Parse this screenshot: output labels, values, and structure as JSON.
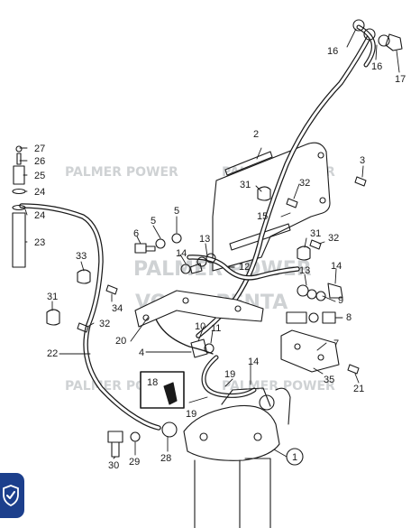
{
  "diagram": {
    "watermarks": [
      "PALMER POWER",
      "PALMER POWER",
      "PALMER POWER",
      "PALMER POWER",
      "PALMER POWER",
      "VOLVO PENTA"
    ],
    "callouts": [
      {
        "id": "c27",
        "label": "27"
      },
      {
        "id": "c26",
        "label": "26"
      },
      {
        "id": "c25",
        "label": "25"
      },
      {
        "id": "c24a",
        "label": "24"
      },
      {
        "id": "c24b",
        "label": "24"
      },
      {
        "id": "c23",
        "label": "23"
      },
      {
        "id": "c33",
        "label": "33"
      },
      {
        "id": "c31a",
        "label": "31"
      },
      {
        "id": "c34",
        "label": "34"
      },
      {
        "id": "c32a",
        "label": "32"
      },
      {
        "id": "c22",
        "label": "22"
      },
      {
        "id": "c16a",
        "label": "16"
      },
      {
        "id": "c16b",
        "label": "16"
      },
      {
        "id": "c17",
        "label": "17"
      },
      {
        "id": "c2",
        "label": "2"
      },
      {
        "id": "c3",
        "label": "3"
      },
      {
        "id": "c31b",
        "label": "31"
      },
      {
        "id": "c32b",
        "label": "32"
      },
      {
        "id": "c15",
        "label": "15"
      },
      {
        "id": "c5a",
        "label": "5"
      },
      {
        "id": "c5b",
        "label": "5"
      },
      {
        "id": "c6",
        "label": "6"
      },
      {
        "id": "c13a",
        "label": "13"
      },
      {
        "id": "c14a",
        "label": "14"
      },
      {
        "id": "c12",
        "label": "12"
      },
      {
        "id": "c31c",
        "label": "31"
      },
      {
        "id": "c32c",
        "label": "32"
      },
      {
        "id": "c13b",
        "label": "13"
      },
      {
        "id": "c14b",
        "label": "14"
      },
      {
        "id": "c9",
        "label": "9"
      },
      {
        "id": "c8",
        "label": "8"
      },
      {
        "id": "c20",
        "label": "20"
      },
      {
        "id": "c10",
        "label": "10"
      },
      {
        "id": "c11",
        "label": "11"
      },
      {
        "id": "c4",
        "label": "4"
      },
      {
        "id": "c7",
        "label": "7"
      },
      {
        "id": "c35",
        "label": "35"
      },
      {
        "id": "c21",
        "label": "21"
      },
      {
        "id": "c18",
        "label": "18"
      },
      {
        "id": "c19a",
        "label": "19"
      },
      {
        "id": "c19b",
        "label": "19"
      },
      {
        "id": "c14c",
        "label": "14"
      },
      {
        "id": "c30",
        "label": "30"
      },
      {
        "id": "c29",
        "label": "29"
      },
      {
        "id": "c28",
        "label": "28"
      },
      {
        "id": "c1",
        "label": "1"
      }
    ]
  },
  "badge": {
    "icon": "shield-check-icon",
    "color": "#1c3f8c"
  }
}
